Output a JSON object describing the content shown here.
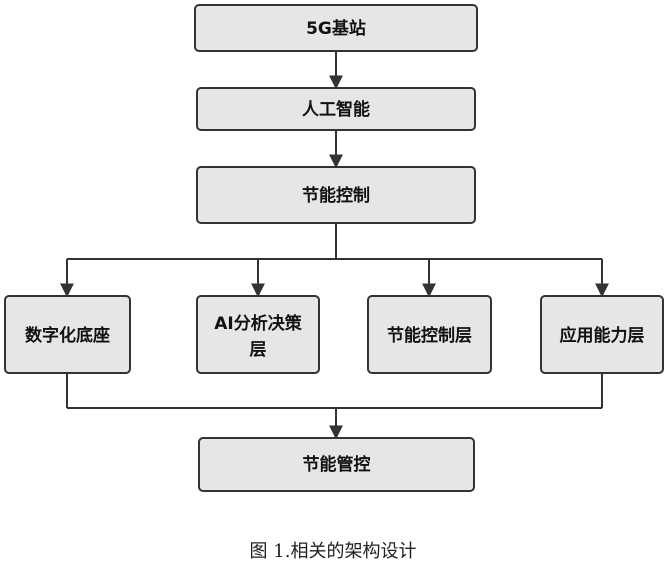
{
  "nodes": {
    "base_station": "5G基站",
    "ai": "人工智能",
    "energy_control": "节能控制",
    "digital_base": "数字化底座",
    "ai_decision_line1": "AI分析决策",
    "ai_decision_line2": "层",
    "energy_control_layer": "节能控制层",
    "application_layer": "应用能力层",
    "energy_management": "节能管控"
  },
  "caption": "图 1.相关的架构设计",
  "colors": {
    "box_fill": "#e6e6e6",
    "box_stroke": "#333333",
    "text": "#111111"
  }
}
